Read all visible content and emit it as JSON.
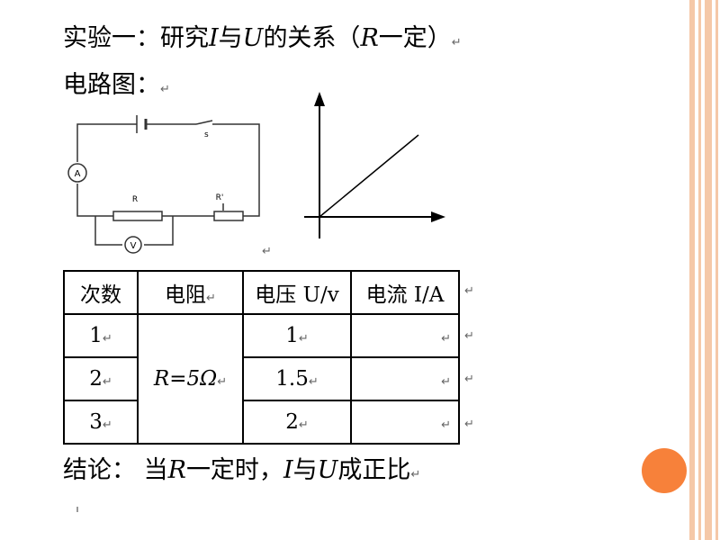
{
  "title": {
    "prefix": "实验一：研究",
    "var_i": "I",
    "mid1": "与",
    "var_u": "U",
    "mid2": "的关系（",
    "var_r": "R",
    "suffix": "一定）"
  },
  "circuit_label": "电路图：",
  "circuit": {
    "switch_label": "s",
    "ammeter_label": "A",
    "resistor_label": "R",
    "rheostat_label": "R'",
    "voltmeter_label": "V"
  },
  "table": {
    "headers": [
      "次数",
      "电阻",
      "电压 U/v",
      "电流 I/A"
    ],
    "rows": [
      {
        "count": "1",
        "voltage": "1",
        "current": ""
      },
      {
        "count": "2",
        "voltage": "1.5",
        "current": ""
      },
      {
        "count": "3",
        "voltage": "2",
        "current": ""
      }
    ],
    "resistance": "R=5Ω"
  },
  "conclusion": {
    "prefix": "结论：  当",
    "var_r": "R",
    "mid1": "一定时，",
    "var_i": "I",
    "mid2": "与",
    "var_u": "U",
    "suffix": "成正比"
  },
  "paragraph_mark": "↵",
  "colors": {
    "accent_circle": "#f7813a",
    "stripe": "#f5c8a8"
  }
}
